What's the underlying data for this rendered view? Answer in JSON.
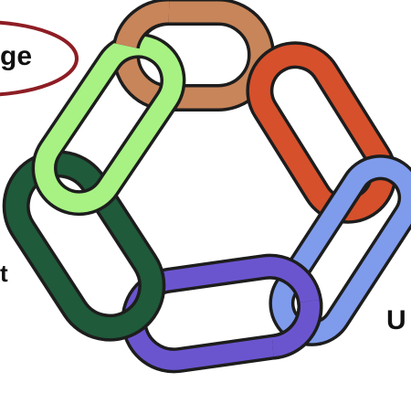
{
  "labels": {
    "top_left": "ge",
    "left_middle": "t",
    "bottom_right": "U"
  },
  "diagram": {
    "type": "interlocking-chain-ring",
    "link_count": 6,
    "links": [
      {
        "name": "top",
        "color": "#c8855a"
      },
      {
        "name": "upper-right",
        "color": "#d6502c"
      },
      {
        "name": "lower-right",
        "color": "#7f9bec"
      },
      {
        "name": "bottom",
        "color": "#6b55cf"
      },
      {
        "name": "lower-left",
        "color": "#1f5a3a"
      },
      {
        "name": "upper-left",
        "color": "#a7f283"
      }
    ],
    "callout_border_color": "#8e1d24",
    "outline_color": "#1d1d1d"
  }
}
